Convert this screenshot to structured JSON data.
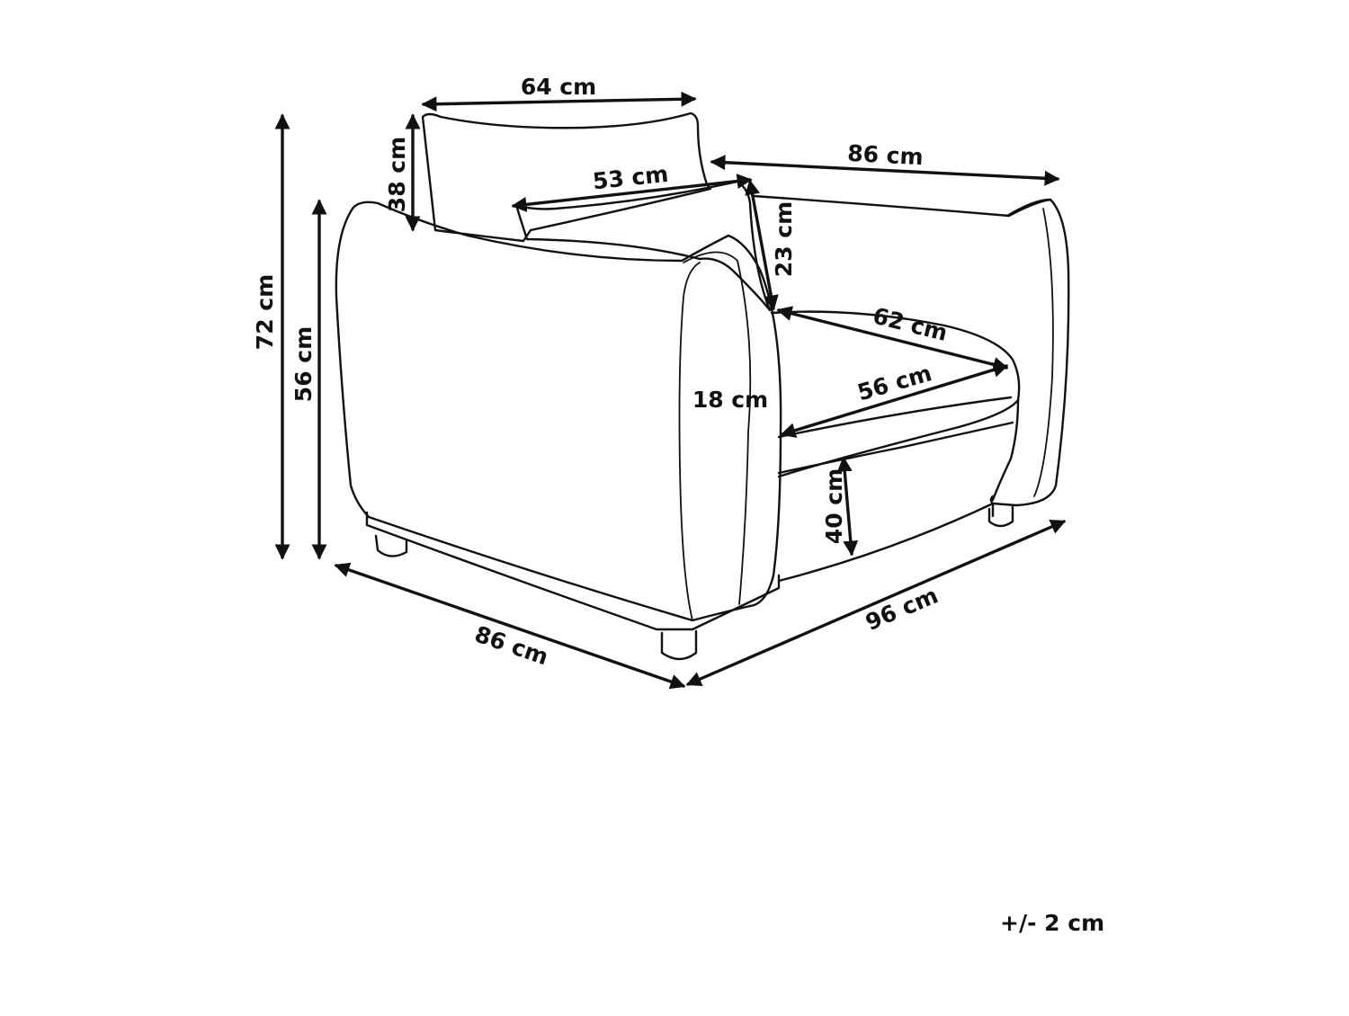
{
  "colors": {
    "line": "#111111",
    "background": "#ffffff"
  },
  "dimensions": {
    "total_height": "72 cm",
    "arm_height": "56 cm",
    "back_cushion_height": "38 cm",
    "back_cushion_width": "64 cm",
    "front_cushion_width": "53 cm",
    "front_cushion_height": "23 cm",
    "total_width": "86 cm",
    "seat_depth": "62 cm",
    "seat_width": "56 cm",
    "arm_width": "18 cm",
    "seat_height": "40 cm",
    "depth": "86 cm",
    "bottom_width": "96 cm"
  },
  "tolerance": "+/- 2 cm"
}
